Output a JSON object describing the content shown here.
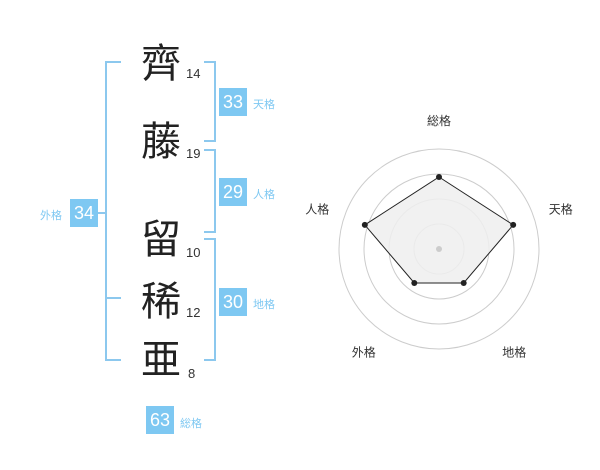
{
  "name": {
    "characters": [
      {
        "char": "齊",
        "strokes": "14"
      },
      {
        "char": "藤",
        "strokes": "19"
      },
      {
        "char": "留",
        "strokes": "10"
      },
      {
        "char": "稀",
        "strokes": "12"
      },
      {
        "char": "亜",
        "strokes": "8"
      }
    ]
  },
  "fortunes": {
    "tenkaku": {
      "value": "33",
      "label": "天格"
    },
    "jinkaku": {
      "value": "29",
      "label": "人格"
    },
    "chikaku": {
      "value": "30",
      "label": "地格"
    },
    "gaikaku": {
      "value": "34",
      "label": "外格"
    },
    "soukaku": {
      "value": "63",
      "label": "総格"
    }
  },
  "chart_data": {
    "type": "radar",
    "axes": [
      "総格",
      "天格",
      "地格",
      "外格",
      "人格"
    ],
    "values": [
      0.72,
      0.78,
      0.42,
      0.42,
      0.78
    ],
    "max": 1,
    "rings": 4,
    "colors": {
      "fill": "#eeeeee",
      "line": "#222222",
      "ring": "#cccccc",
      "center": "#cccccc"
    }
  }
}
